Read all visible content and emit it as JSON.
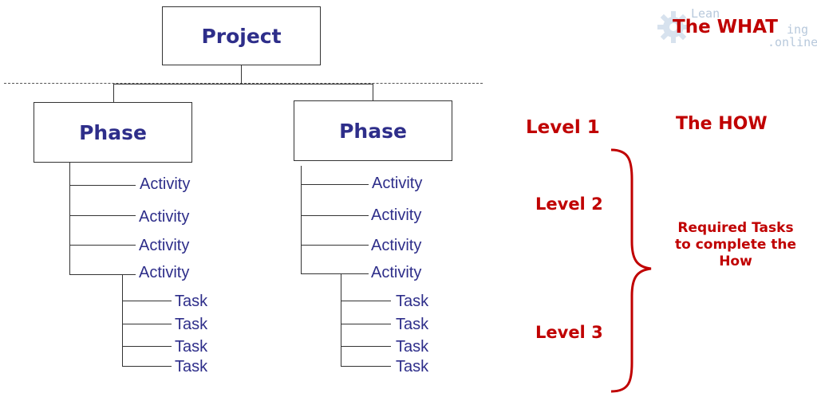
{
  "diagram": {
    "project": "Project",
    "phases": [
      "Phase",
      "Phase"
    ],
    "left_activities": [
      "Activity",
      "Activity",
      "Activity",
      "Activity"
    ],
    "right_activities": [
      "Activity",
      "Activity",
      "Activity",
      "Activity"
    ],
    "left_tasks": [
      "Task",
      "Task",
      "Task",
      "Task"
    ],
    "right_tasks": [
      "Task",
      "Task",
      "Task",
      "Task"
    ]
  },
  "annotations": {
    "the_what": "The WHAT",
    "the_how": "The HOW",
    "level1": "Level 1",
    "level2": "Level 2",
    "level3": "Level 3",
    "required_line1": "Required Tasks",
    "required_line2": "to complete the",
    "required_line3": "How"
  },
  "watermark": {
    "line1": "Lean",
    "line2": "ing",
    "line3": ".online",
    "icon": "gear-icon"
  },
  "colors": {
    "node_text": "#2e2e8a",
    "annotation_red": "#c00000",
    "watermark": "#b8c9dc"
  }
}
